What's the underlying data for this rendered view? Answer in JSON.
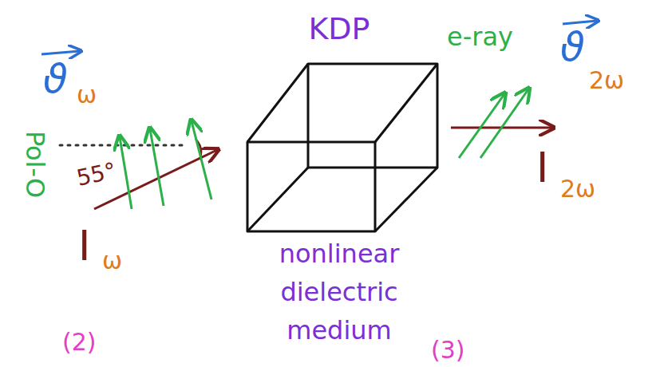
{
  "diagram": {
    "nodes": [
      {
        "text": [
          "KDP",
          "nonlinear dielectric medium"
        ]
      }
    ],
    "labels": [
      "ϑ",
      "ω",
      "Pol-O",
      "55°",
      "I",
      "ω",
      "e-ray",
      "ϑ",
      "2ω",
      "I",
      "2ω",
      "(2)",
      "(3)"
    ]
  }
}
